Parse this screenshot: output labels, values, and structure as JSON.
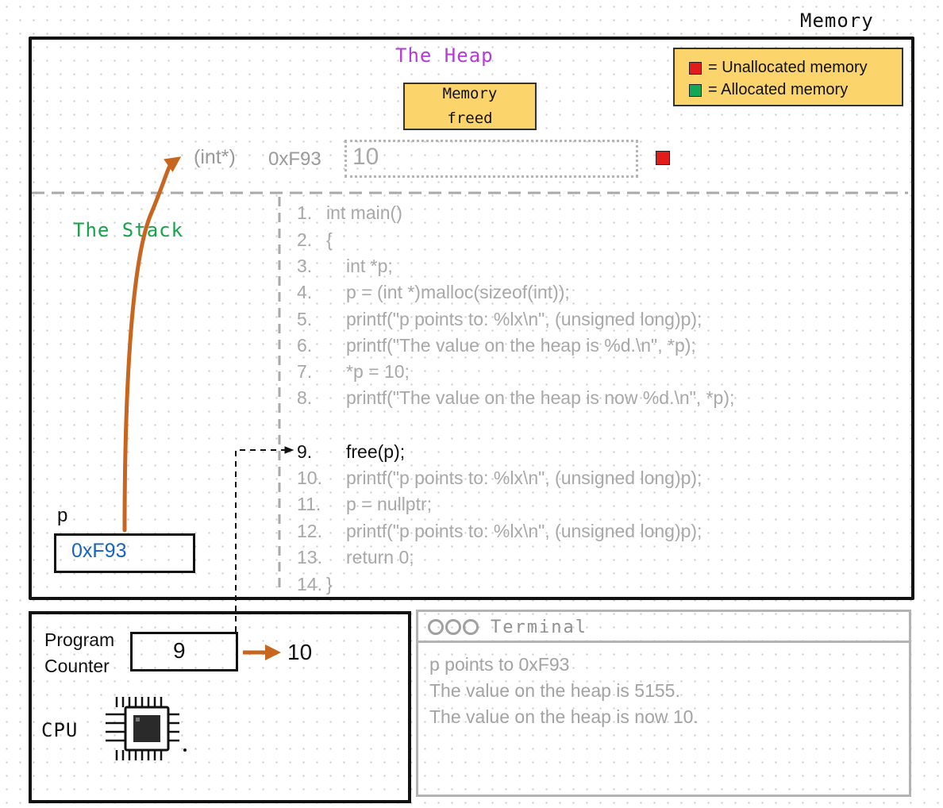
{
  "memory_label": "Memory",
  "heap": {
    "title": "The Heap",
    "freed_note": "Memory\nfreed",
    "legend": [
      {
        "color": "#e21b1b",
        "label": "= Unallocated memory"
      },
      {
        "color": "#13a855",
        "label": "= Allocated memory"
      }
    ],
    "block": {
      "type": "(int*)",
      "address": "0xF93",
      "value": "10",
      "status_color": "#e21b1b"
    }
  },
  "stack": {
    "title": "The Stack",
    "var_name": "p",
    "var_value": "0xF93"
  },
  "code": [
    {
      "num": "1.",
      "text": "int main()"
    },
    {
      "num": "2.",
      "text": "{"
    },
    {
      "num": "3.",
      "text": "int *p;"
    },
    {
      "num": "4.",
      "text": "p = (int *)malloc(sizeof(int));"
    },
    {
      "num": "5.",
      "text": "printf(\"p points to: %lx\\n\", (unsigned long)p);"
    },
    {
      "num": "6.",
      "text": "printf(\"The value on the heap is %d.\\n\", *p);"
    },
    {
      "num": "7.",
      "text": "*p = 10;"
    },
    {
      "num": "8.",
      "text": "printf(\"The value on the heap is now %d.\\n\", *p);"
    },
    {
      "num": "9.",
      "text": "free(p);"
    },
    {
      "num": "10.",
      "text": "printf(\"p points to: %lx\\n\", (unsigned long)p);"
    },
    {
      "num": "11.",
      "text": "p = nullptr;"
    },
    {
      "num": "12.",
      "text": "printf(\"p points to: %lx\\n\", (unsigned long)p);"
    },
    {
      "num": "13.",
      "text": "return 0;"
    },
    {
      "num": "14.",
      "text": "}"
    }
  ],
  "active_line": "9.",
  "cpu": {
    "pc_label": "Program\nCounter",
    "pc_value": "9",
    "pc_next": "10",
    "label": "CPU"
  },
  "terminal": {
    "title": "Terminal",
    "lines": [
      "p points to 0xF93",
      "The value on the heap is 5155.",
      "The value on the heap is now 10."
    ]
  },
  "colors": {
    "arrow": "#c8651e",
    "heap_title": "#b43bd6",
    "stack_title": "#17a34a",
    "pointer_value": "#1565c0",
    "note_bg": "#fbd46b"
  }
}
